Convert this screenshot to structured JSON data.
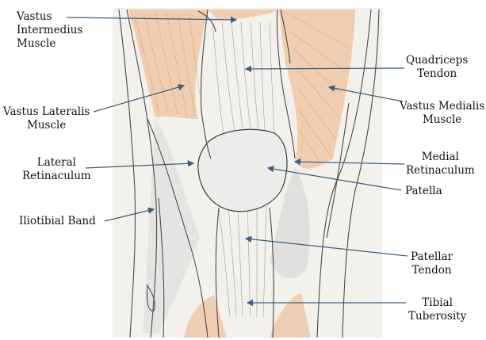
{
  "colors": {
    "paper": "#f3f1ec",
    "muscle": "#efc6a6",
    "muscle_stroke": "#d69d78",
    "pencil": "#4a4a4a",
    "tendon_fill": "#e4e4e2",
    "leader": "#3b5f7c"
  },
  "labels": {
    "vastus_intermedius": [
      "Vastus",
      "Intermedius",
      "Muscle"
    ],
    "vastus_lateralis": [
      "Vastus Lateralis",
      "Muscle"
    ],
    "lateral_retinaculum": [
      "Lateral",
      "Retinaculum"
    ],
    "iliotibial_band": [
      "Iliotibial Band"
    ],
    "quadriceps_tendon": [
      "Quadriceps",
      "Tendon"
    ],
    "vastus_medialis": [
      "Vastus Medialis",
      "Muscle"
    ],
    "medial_retinaculum": [
      "Medial",
      "Retinaculum"
    ],
    "patella": [
      "Patella"
    ],
    "patellar_tendon": [
      "Patellar",
      "Tendon"
    ],
    "tibial_tuberosity": [
      "Tibial",
      "Tuberosity"
    ]
  }
}
